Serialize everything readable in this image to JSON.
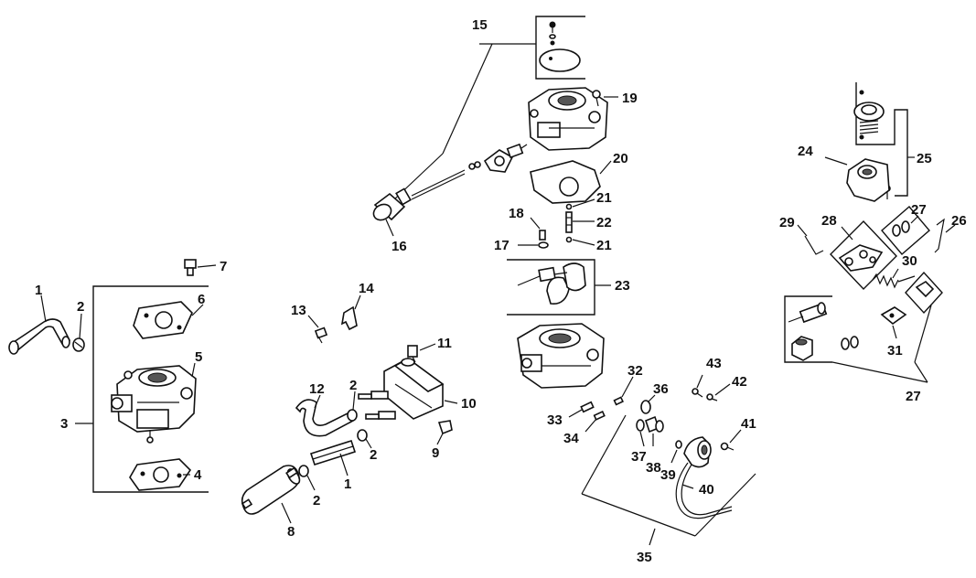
{
  "diagram": {
    "labels": {
      "l1a": "1",
      "l2a": "2",
      "l3": "3",
      "l4": "4",
      "l5": "5",
      "l6": "6",
      "l7": "7",
      "l13": "13",
      "l14": "14",
      "l11": "11",
      "l12": "12",
      "l2b": "2",
      "l10": "10",
      "l2c": "2",
      "l9": "9",
      "l1b": "1",
      "l2d": "2",
      "l8": "8",
      "l15": "15",
      "l16": "16",
      "l19": "19",
      "l20": "20",
      "l21a": "21",
      "l22": "22",
      "l21b": "21",
      "l18": "18",
      "l17": "17",
      "l23": "23",
      "l32": "32",
      "l33": "33",
      "l34": "34",
      "l36": "36",
      "l43": "43",
      "l42": "42",
      "l41": "41",
      "l37": "37",
      "l38": "38",
      "l39": "39",
      "l40": "40",
      "l35": "35",
      "l24": "24",
      "l25": "25",
      "l27a": "27",
      "l26": "26",
      "l29": "29",
      "l28": "28",
      "l30": "30",
      "l31": "31",
      "l27b": "27"
    }
  }
}
